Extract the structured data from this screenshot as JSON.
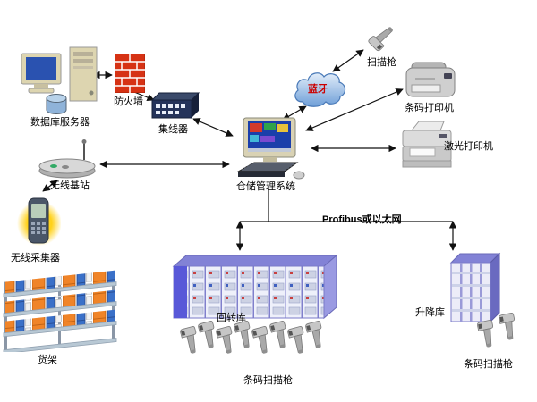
{
  "labels": {
    "database_server": "数据库服务器",
    "firewall": "防火墙",
    "hub": "集线器",
    "bluetooth_cloud": "蓝牙",
    "scanner_top": "扫描枪",
    "barcode_printer": "条码打印机",
    "laser_printer": "激光打印机",
    "wms": "仓储管理系统",
    "wireless_station": "无线基站",
    "wireless_collector": "无线采集器",
    "shelf": "货架",
    "carousel": "回转库",
    "lift": "升降库",
    "scanners_bottom": "条码扫描枪",
    "scanners_right": "条码扫描枪",
    "network_bus": "Profibus或以太网"
  },
  "colors": {
    "firewall_brick": "#d63214",
    "cloud_fill": "#6f9fd8",
    "cloud_text": "#cc0000",
    "storage_unit": "#8282d6",
    "collector_glow": "#ffcc00"
  }
}
